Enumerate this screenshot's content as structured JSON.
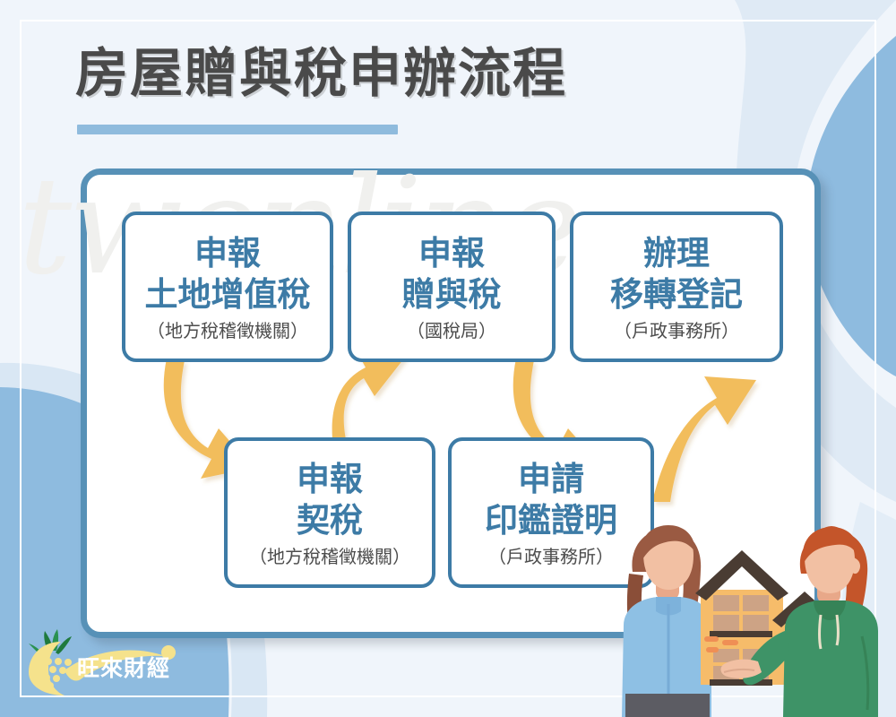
{
  "page": {
    "title": "房屋贈與稅申辦流程",
    "watermark": "twonline",
    "background_color": "#f0f5fb",
    "accent_color": "#3d7ba6",
    "wave_color": "#8fbbdd",
    "arrow_color": "#f2bd5c",
    "title_color": "#4a4a4a"
  },
  "flow": {
    "steps": [
      {
        "id": "step-1",
        "line1": "申報",
        "line2": "土地增值稅",
        "agency": "（地方稅稽徵機關）"
      },
      {
        "id": "step-2",
        "line1": "申報",
        "line2": "贈與稅",
        "agency": "（國稅局）"
      },
      {
        "id": "step-3",
        "line1": "辦理",
        "line2": "移轉登記",
        "agency": "（戶政事務所）"
      },
      {
        "id": "step-4",
        "line1": "申報",
        "line2": "契稅",
        "agency": "（地方稅稽徵機關）"
      },
      {
        "id": "step-5",
        "line1": "申請",
        "line2": "印鑑證明",
        "agency": "（戶政事務所）"
      }
    ],
    "connectors": [
      {
        "from": "step-1",
        "to": "step-4",
        "direction": "down"
      },
      {
        "from": "step-4",
        "to": "step-2",
        "direction": "up"
      },
      {
        "from": "step-2",
        "to": "step-5",
        "direction": "down"
      },
      {
        "from": "step-5",
        "to": "step-3",
        "direction": "up"
      }
    ]
  },
  "logo": {
    "text": "旺來財經",
    "icon": "pineapple-icon"
  },
  "illustration": {
    "name": "two-people-holding-house",
    "left_person": {
      "hair": "#9a5a42",
      "clothing": "#8ec0e4"
    },
    "right_person": {
      "hair": "#c4552a",
      "clothing": "#3e9367"
    },
    "house": {
      "wall": "#f6bc6a",
      "roof": "#4a3c33"
    }
  }
}
